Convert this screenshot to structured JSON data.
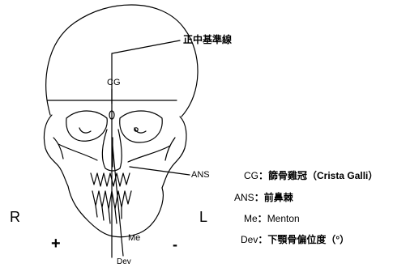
{
  "labels": {
    "midline": "正中基準線",
    "cg": "CG",
    "ans": "ANS",
    "me": "Me",
    "dev": "Dev",
    "right": "R",
    "left": "L",
    "plus": "+",
    "minus": "-"
  },
  "legend": [
    {
      "abbr": "CG",
      "colon": "：",
      "def": "篩骨雞冠（Crista Galli）"
    },
    {
      "abbr": "ANS",
      "colon": "：",
      "def": "前鼻棘"
    },
    {
      "abbr": "Me",
      "colon": "：",
      "def": "Menton"
    },
    {
      "abbr": "Dev",
      "colon": "：",
      "def": "下顎骨偏位度（°）"
    }
  ]
}
